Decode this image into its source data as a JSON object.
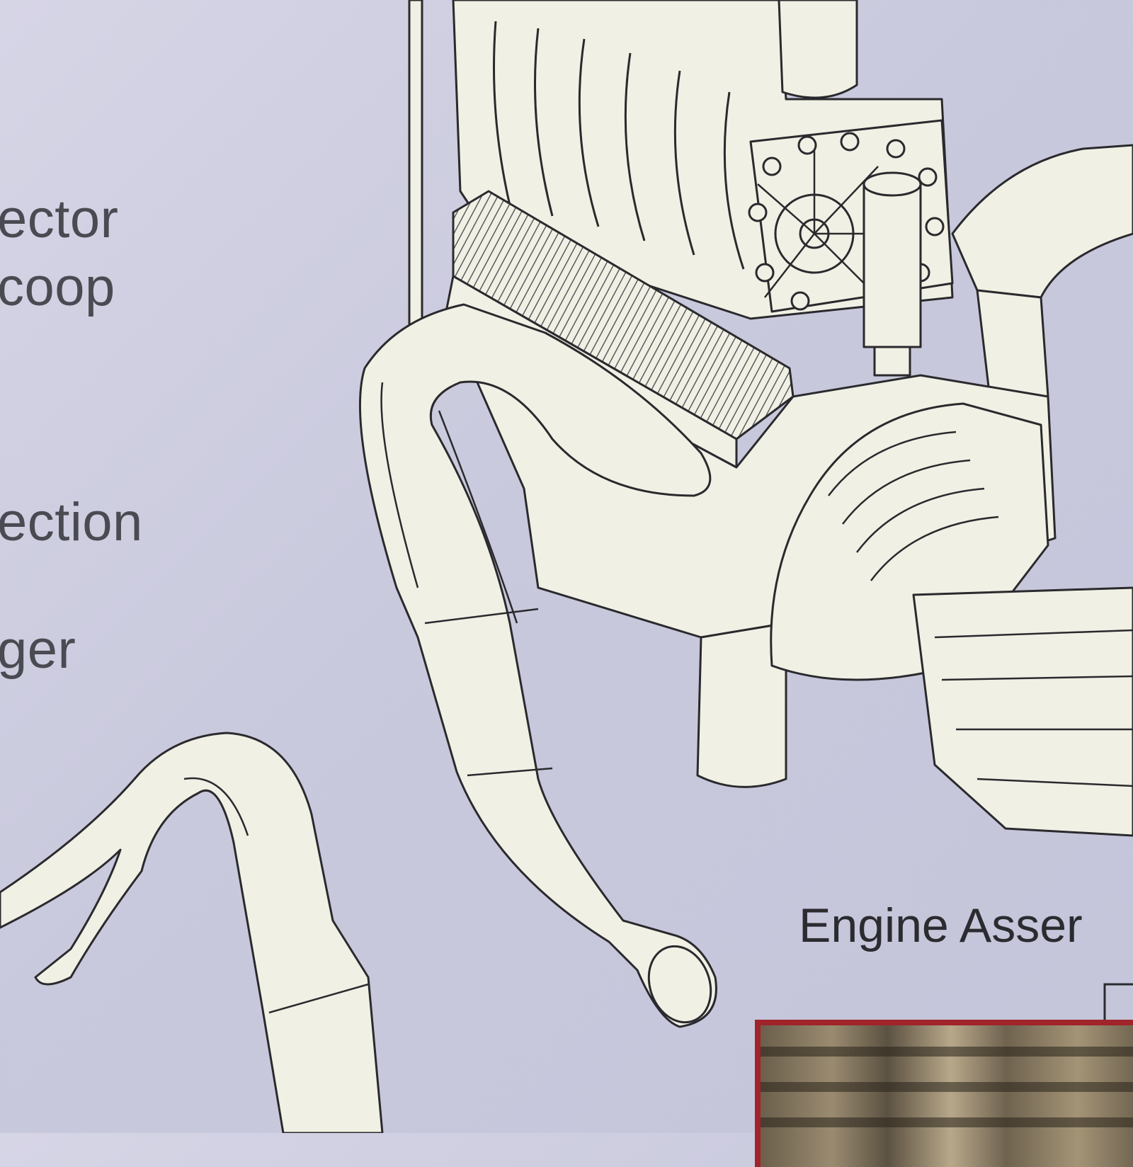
{
  "labels": {
    "partial_1": "ector",
    "partial_2": "coop",
    "partial_3": "ection",
    "partial_4": "ger"
  },
  "caption": "Engine Asser",
  "colors": {
    "background": "#cfcfe2",
    "line_art_fill": "#f1f0e4",
    "line_stroke": "#2a2a2e",
    "accent_red": "#b0262c",
    "label_text": "#4a4a52"
  },
  "icons": {
    "engine": "engine-line-art",
    "exhaust_pipes": "exhaust-header-line-art",
    "photo": "engine-photo-thumbnail"
  }
}
